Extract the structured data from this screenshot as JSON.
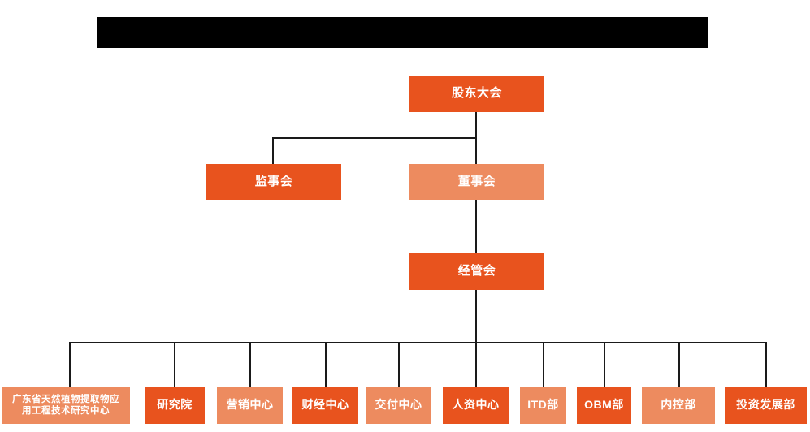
{
  "banner": {
    "text": ""
  },
  "colors": {
    "accent_dark": "#e8531e",
    "accent_light": "#ed8b5f",
    "line": "#1a1a1a",
    "banner": "#000000",
    "text_on_node": "#ffffff",
    "background": "#ffffff"
  },
  "chart_data": {
    "type": "diagram",
    "diagram_kind": "organization-chart",
    "title": "",
    "levels": [
      {
        "level": 1,
        "nodes": [
          {
            "id": "shareholders-meeting",
            "label": "股东大会",
            "tone": "dark"
          }
        ]
      },
      {
        "level": 2,
        "nodes": [
          {
            "id": "board-of-supervisors",
            "label": "监事会",
            "tone": "dark"
          },
          {
            "id": "board-of-directors",
            "label": "董事会",
            "tone": "light"
          }
        ]
      },
      {
        "level": 3,
        "nodes": [
          {
            "id": "management-committee",
            "label": "经管会",
            "tone": "dark"
          }
        ]
      },
      {
        "level": 4,
        "nodes": [
          {
            "id": "guangdong-research-center",
            "label_line1": "广东省天然植物提取物应",
            "label_line2": "用工程技术研究中心",
            "tone": "light"
          },
          {
            "id": "research-institute",
            "label": "研究院",
            "tone": "dark"
          },
          {
            "id": "marketing-center",
            "label": "营销中心",
            "tone": "light"
          },
          {
            "id": "finance-center",
            "label": "财经中心",
            "tone": "dark"
          },
          {
            "id": "delivery-center",
            "label": "交付中心",
            "tone": "light"
          },
          {
            "id": "hr-center",
            "label": "人资中心",
            "tone": "dark"
          },
          {
            "id": "itd-department",
            "label": "ITD部",
            "tone": "light"
          },
          {
            "id": "obm-department",
            "label": "OBM部",
            "tone": "dark"
          },
          {
            "id": "internal-control-department",
            "label": "内控部",
            "tone": "light"
          },
          {
            "id": "investment-development-department",
            "label": "投资发展部",
            "tone": "dark"
          }
        ]
      }
    ],
    "edges": [
      {
        "from": "shareholders-meeting",
        "to": "board-of-supervisors"
      },
      {
        "from": "shareholders-meeting",
        "to": "board-of-directors"
      },
      {
        "from": "board-of-directors",
        "to": "management-committee"
      },
      {
        "from": "management-committee",
        "to": "guangdong-research-center"
      },
      {
        "from": "management-committee",
        "to": "research-institute"
      },
      {
        "from": "management-committee",
        "to": "marketing-center"
      },
      {
        "from": "management-committee",
        "to": "finance-center"
      },
      {
        "from": "management-committee",
        "to": "delivery-center"
      },
      {
        "from": "management-committee",
        "to": "hr-center"
      },
      {
        "from": "management-committee",
        "to": "itd-department"
      },
      {
        "from": "management-committee",
        "to": "obm-department"
      },
      {
        "from": "management-committee",
        "to": "internal-control-department"
      },
      {
        "from": "management-committee",
        "to": "investment-development-department"
      }
    ]
  }
}
